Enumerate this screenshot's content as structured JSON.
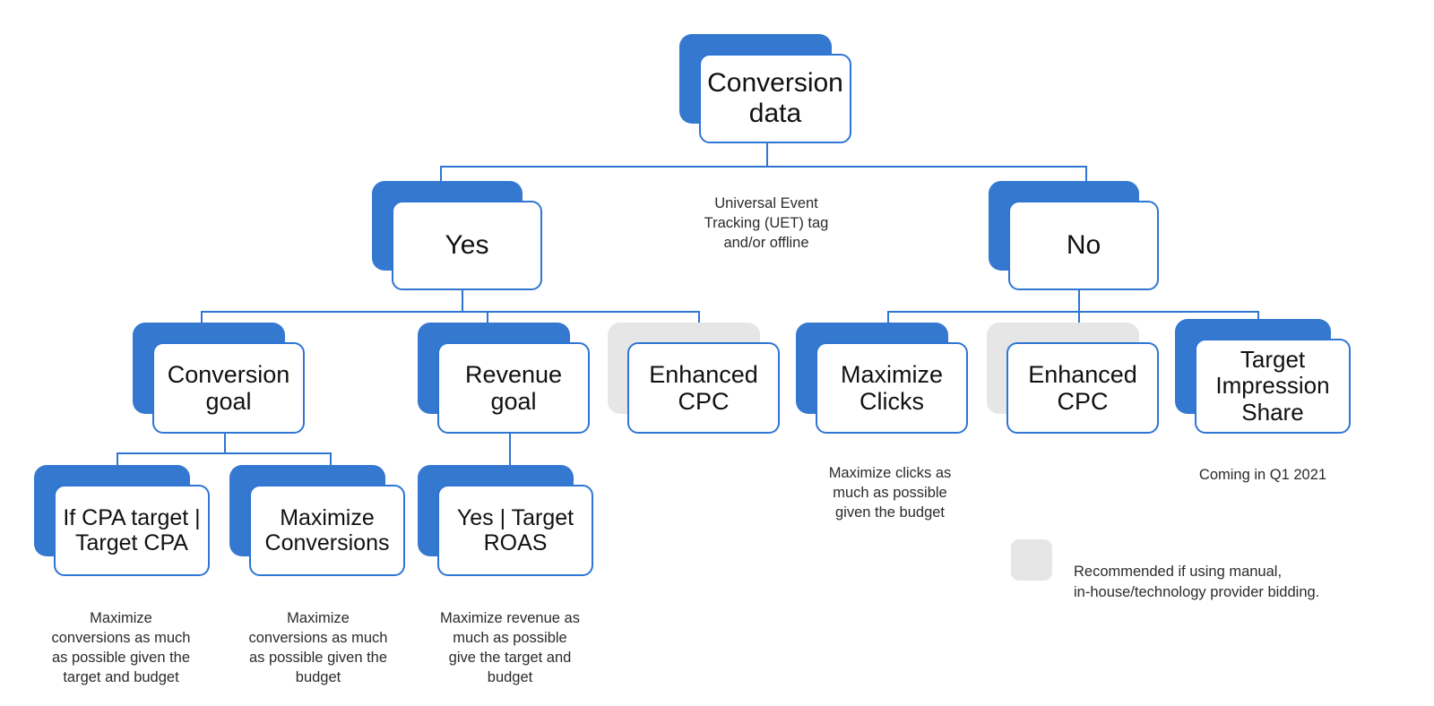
{
  "diagram": {
    "title": "Bidding strategy decision tree",
    "colors": {
      "node_border": "#2E75D4",
      "node_shadow_blue": "#3479CF",
      "node_shadow_gray": "#E6E6E6",
      "connector": "#2E75D4",
      "card_fill": "#FFFFFF",
      "text": "#111111"
    },
    "root": {
      "label": "Conversion data"
    },
    "branch_label": "Universal Event\nTracking (UET) tag\nand/or offline",
    "level2": [
      {
        "label": "Yes"
      },
      {
        "label": "No"
      }
    ],
    "level3": [
      {
        "label": "Conversion goal",
        "shadow": "blue"
      },
      {
        "label": "Revenue goal",
        "shadow": "blue"
      },
      {
        "label": "Enhanced CPC",
        "shadow": "gray"
      },
      {
        "label": "Maximize Clicks",
        "shadow": "blue",
        "caption": "Maximize clicks as\nmuch as possible\ngiven the budget"
      },
      {
        "label": "Enhanced CPC",
        "shadow": "gray"
      },
      {
        "label": "Target Impression Share",
        "shadow": "blue",
        "caption": "Coming in Q1 2021"
      }
    ],
    "level4": [
      {
        "label": "If CPA  target | Target CPA",
        "shadow": "blue",
        "caption": "Maximize\nconversions as much\nas possible given the\ntarget and budget"
      },
      {
        "label": "Maximize Conversions",
        "shadow": "blue",
        "caption": "Maximize\nconversions as much\nas possible given the\nbudget"
      },
      {
        "label": "Yes | Target ROAS",
        "shadow": "blue",
        "caption": "Maximize revenue as\nmuch as possible\ngive the target and\nbudget"
      }
    ],
    "legend": {
      "text": "Recommended if using manual,\nin-house/technology provider bidding."
    }
  }
}
